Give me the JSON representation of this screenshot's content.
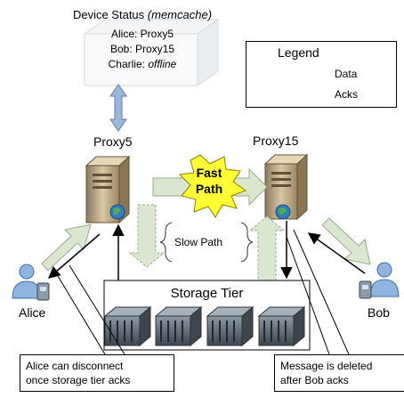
{
  "memcache": {
    "title": "Device Status",
    "subtitle": "(memcache)",
    "entries": [
      "Alice: Proxy5",
      "Bob: Proxy15"
    ],
    "charlie_name": "Charlie:",
    "charlie_status": "offline"
  },
  "legend": {
    "title": "Legend",
    "data_label": "Data",
    "acks_label": "Acks"
  },
  "proxies": {
    "left": "Proxy5",
    "right": "Proxy15"
  },
  "fast_path": {
    "line1": "Fast",
    "line2": "Path"
  },
  "slow_path": "Slow Path",
  "storage_tier": "Storage Tier",
  "users": {
    "left": "Alice",
    "right": "Bob"
  },
  "notes": {
    "left": [
      "Alice can disconnect",
      "once storage tier acks"
    ],
    "right": [
      "Message is deleted",
      "after Bob acks"
    ]
  },
  "colors": {
    "data_arrow_fill": "#dbe6cf",
    "data_arrow_stroke": "#9aaa8a",
    "memcache_arrow": "#9bb7dc",
    "fast_path_star": "#ffff33",
    "server_body": "#c9b58f",
    "globe": "#2f7cc3",
    "rack": "#5b6670"
  }
}
